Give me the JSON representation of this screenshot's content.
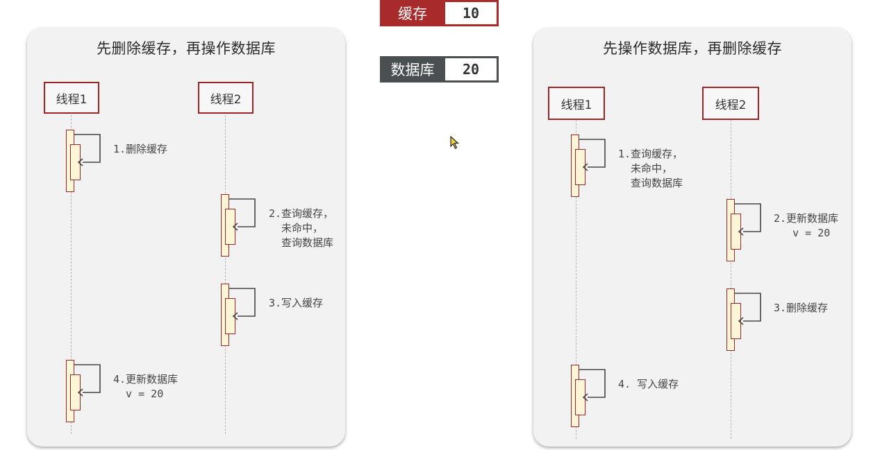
{
  "legend": {
    "cache_label": "缓存",
    "cache_value": "10",
    "db_label": "数据库",
    "db_value": "20",
    "cache_color": "#a82a2a",
    "db_color": "#4a4f51"
  },
  "left": {
    "title": "先删除缓存，再操作数据库",
    "thread1": "线程1",
    "thread2": "线程2",
    "steps": [
      "1.删除缓存",
      "2.查询缓存，\n  未命中，\n  查询数据库",
      "3.写入缓存",
      "4.更新数据库\n  v = 20"
    ]
  },
  "right": {
    "title": "先操作数据库，再删除缓存",
    "thread1": "线程1",
    "thread2": "线程2",
    "steps": [
      "1.查询缓存，\n  未命中，\n  查询数据库",
      "2.更新数据库\n   v = 20",
      "3.删除缓存",
      "4. 写入缓存"
    ]
  },
  "colors": {
    "border": "#9c2424",
    "activation_fill": "#fdf5d8",
    "panel_bg": "#f2f2f2"
  },
  "icons": {
    "cursor": "mouse-pointer-icon"
  }
}
